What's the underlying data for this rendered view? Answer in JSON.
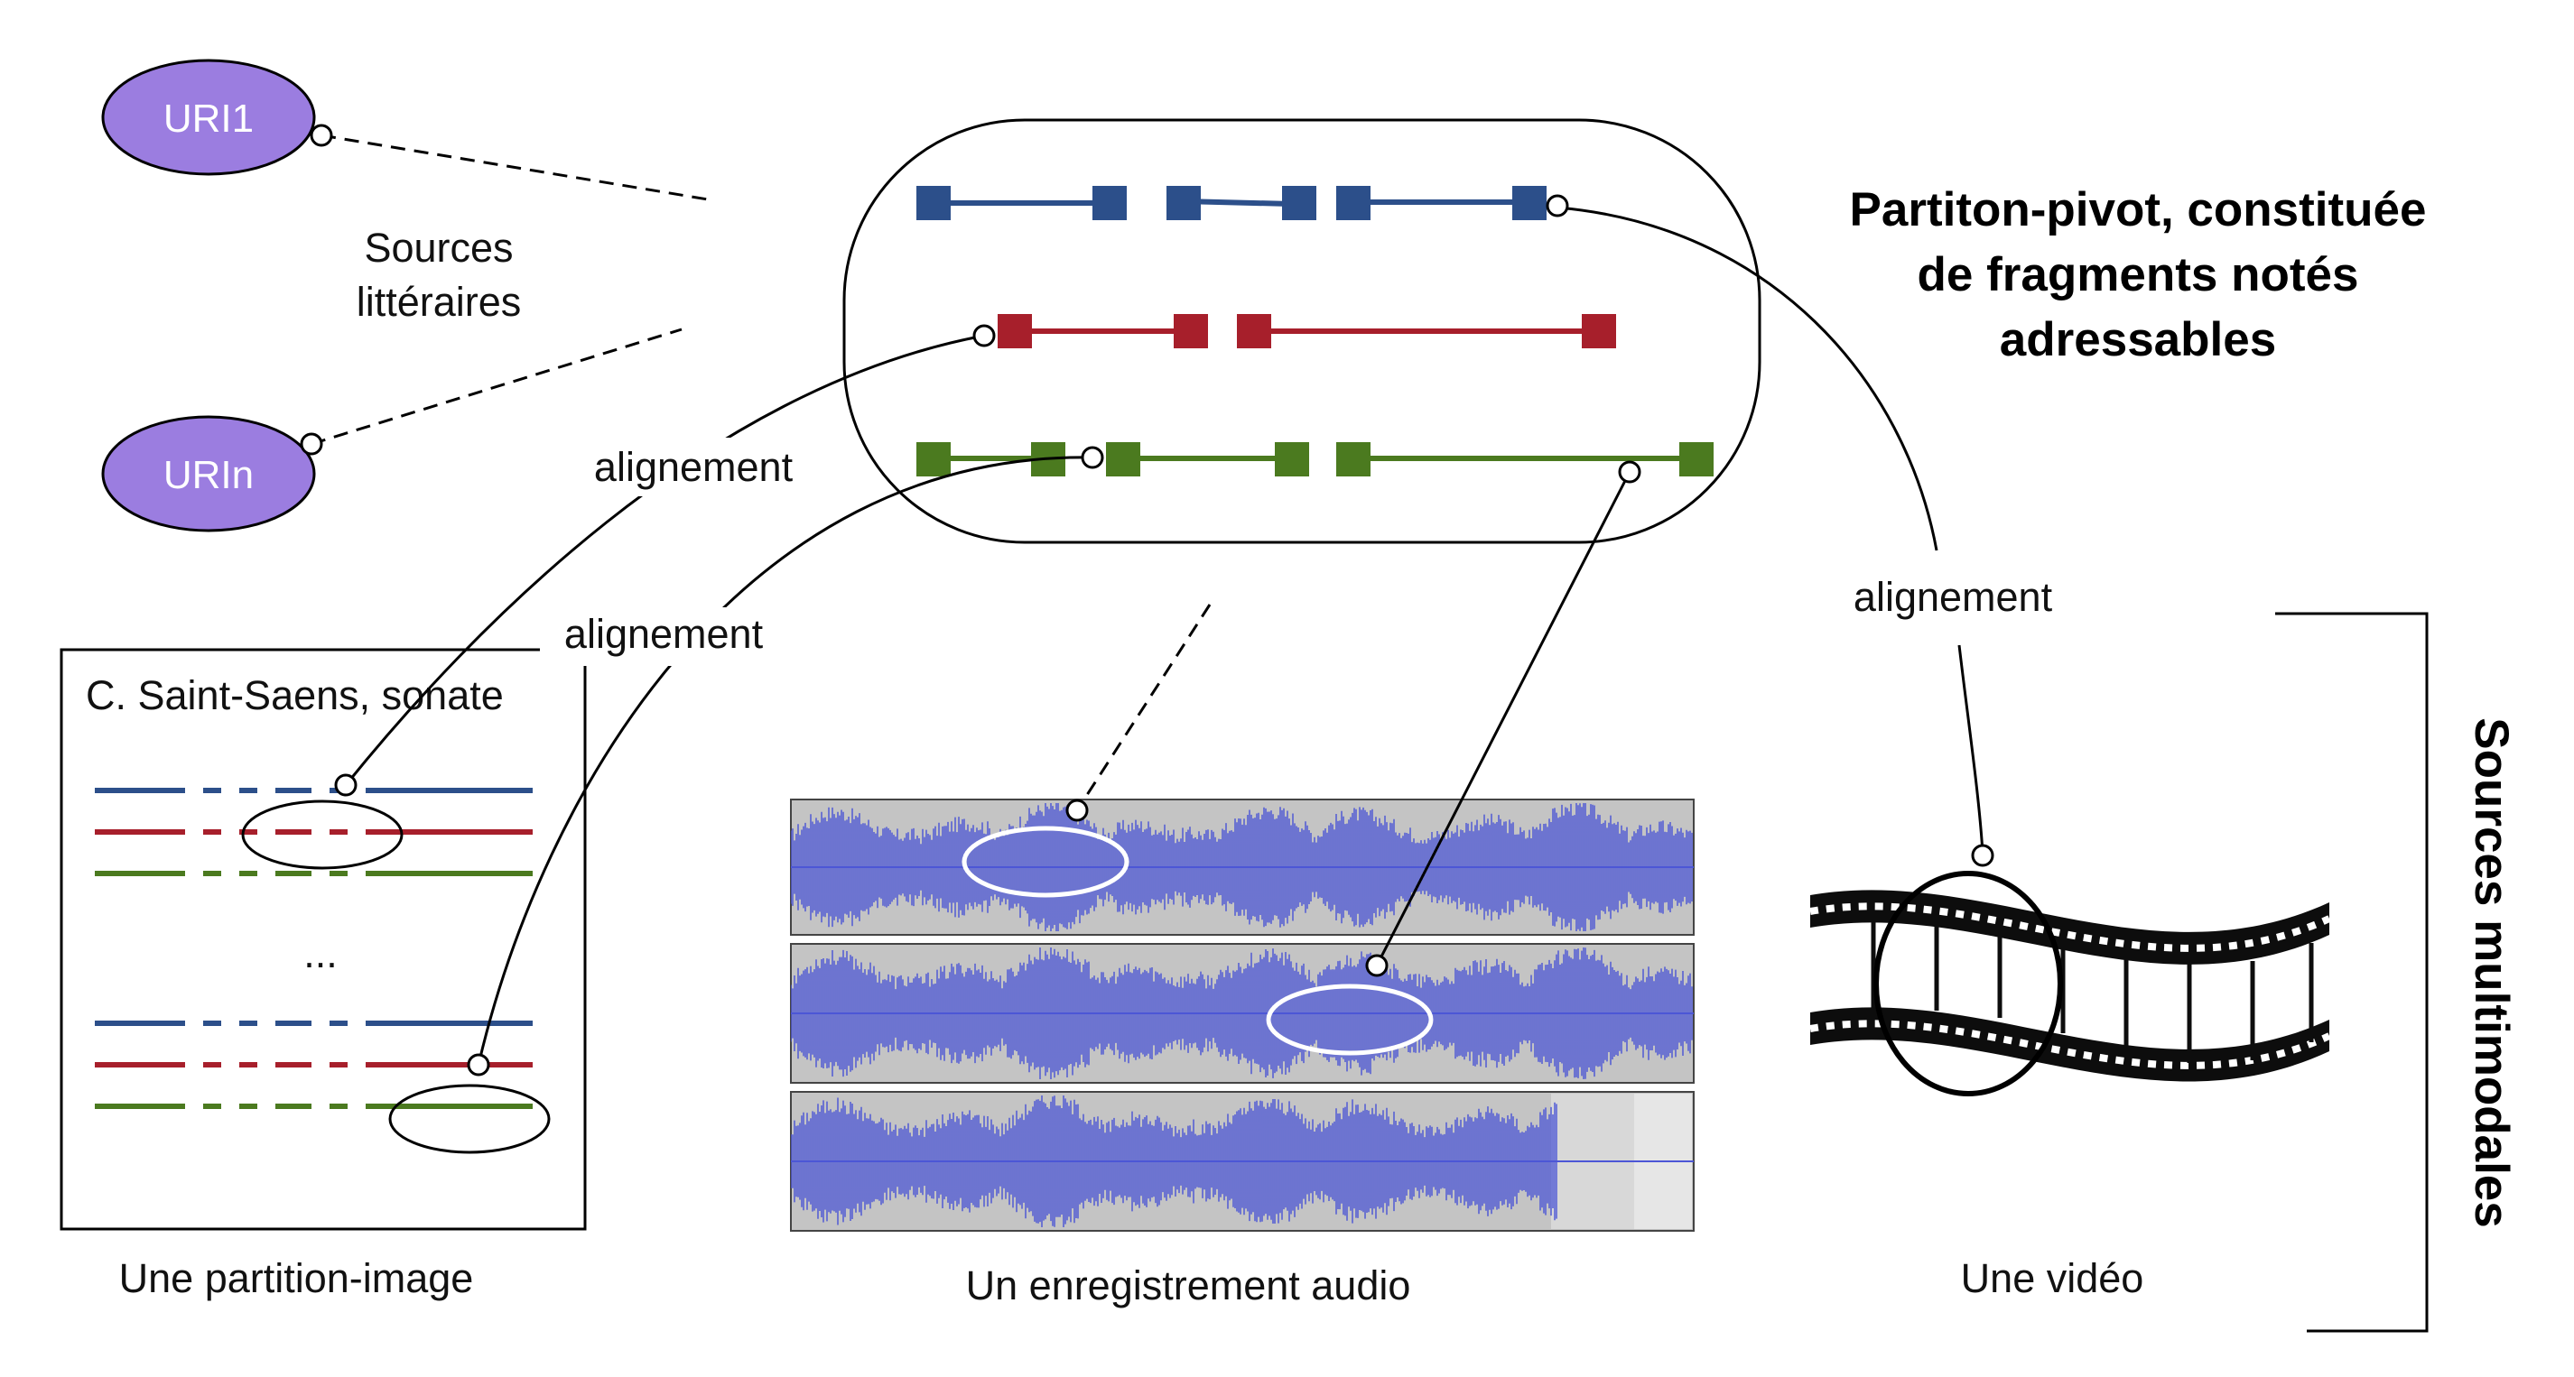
{
  "uris": [
    "URI1",
    "URIn"
  ],
  "literary_sources": [
    "Sources",
    "littéraires"
  ],
  "pivot_title": [
    "Partiton-pivot, constituée",
    "de fragments notés",
    "adressables"
  ],
  "alignment_label": "alignement",
  "score_box_title": "C. Saint-Saens, sonate",
  "score_ellipsis": "...",
  "captions": {
    "score": "Une partition-image",
    "audio": "Un enregistrement audio",
    "video": "Une vidéo"
  },
  "multimodal_label": "Sources multimodales",
  "colors": {
    "uri_fill": "#9b7de0",
    "blue": "#2c4f8a",
    "red": "#a71f2b",
    "green": "#4b7a1f",
    "waveform": "#4c56d6",
    "waveform_bg": "#c4c4c4"
  }
}
